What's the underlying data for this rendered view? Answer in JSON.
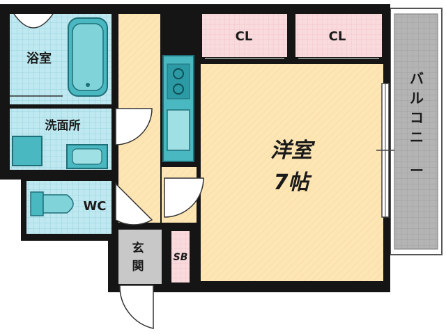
{
  "rooms": {
    "bath": "浴室",
    "washroom": "洗面所",
    "wc": "WC",
    "entrance": "玄関",
    "shoe_box": "SB",
    "closet_left": "CL",
    "closet_right": "CL",
    "western_room": "洋室",
    "western_room_size": "7帖",
    "balcony": "バルコニー"
  },
  "colors": {
    "wall": "#151515",
    "wet_area_tile": "#bfe8f0",
    "fixture_teal": "#4ab8c0",
    "floor_wood": "#fde6b4",
    "closet_pink": "#f9dadd",
    "entrance_gray": "#c8c8c8",
    "balcony_gray": "#b0b0b0"
  }
}
